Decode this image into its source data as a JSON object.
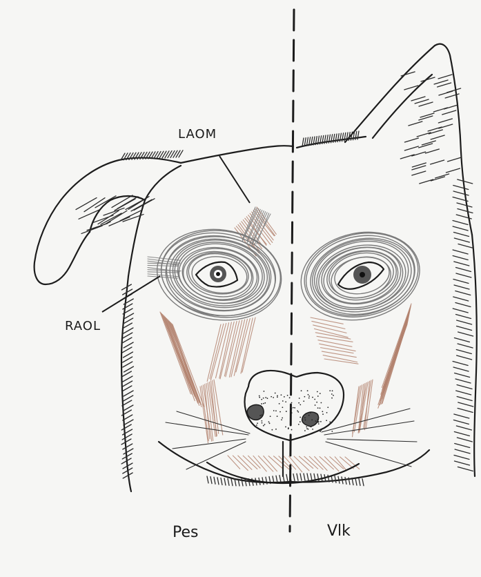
{
  "labels": {
    "laom": "LAOM",
    "raol": "RAOL"
  },
  "captions": {
    "left": "Pes",
    "right": "Vlk"
  },
  "colors": {
    "ink": "#1c1c1c",
    "muscle_red": "#b3826f",
    "muscle_gray": "#8a8a8a",
    "eye_ring_gray": "#7a7a7a",
    "paper": "#f6f6f4"
  }
}
